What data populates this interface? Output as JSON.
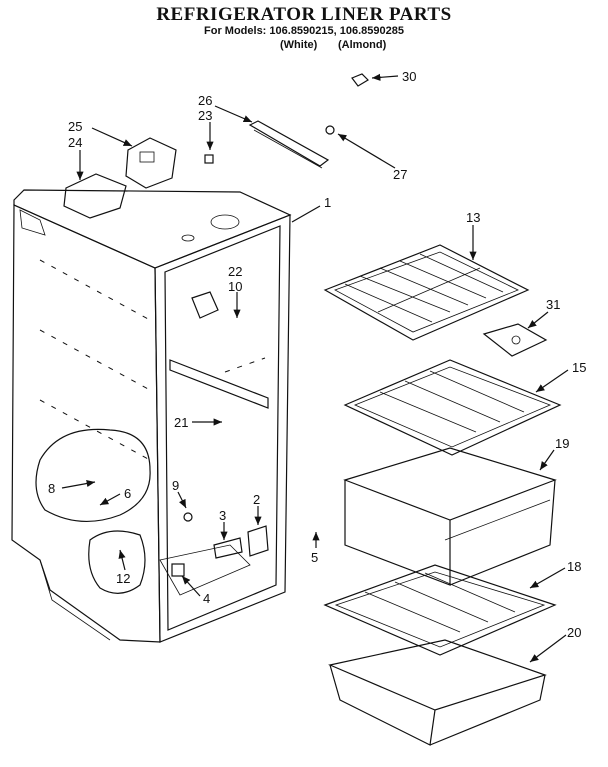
{
  "header": {
    "title": "REFRIGERATOR LINER PARTS",
    "models": "For Models: 106.8590215, 106.8590285",
    "color_white": "(White)",
    "color_almond": "(Almond)"
  },
  "callouts": {
    "c30": "30",
    "c26": "26",
    "c23": "23",
    "c25": "25",
    "c24": "24",
    "c27": "27",
    "c1": "1",
    "c13": "13",
    "c22": "22",
    "c10": "10",
    "c31": "31",
    "c15": "15",
    "c21": "21",
    "c19": "19",
    "c8": "8",
    "c6": "6",
    "c9": "9",
    "c3": "3",
    "c2": "2",
    "c5": "5",
    "c12": "12",
    "c4": "4",
    "c18": "18",
    "c20": "20"
  }
}
